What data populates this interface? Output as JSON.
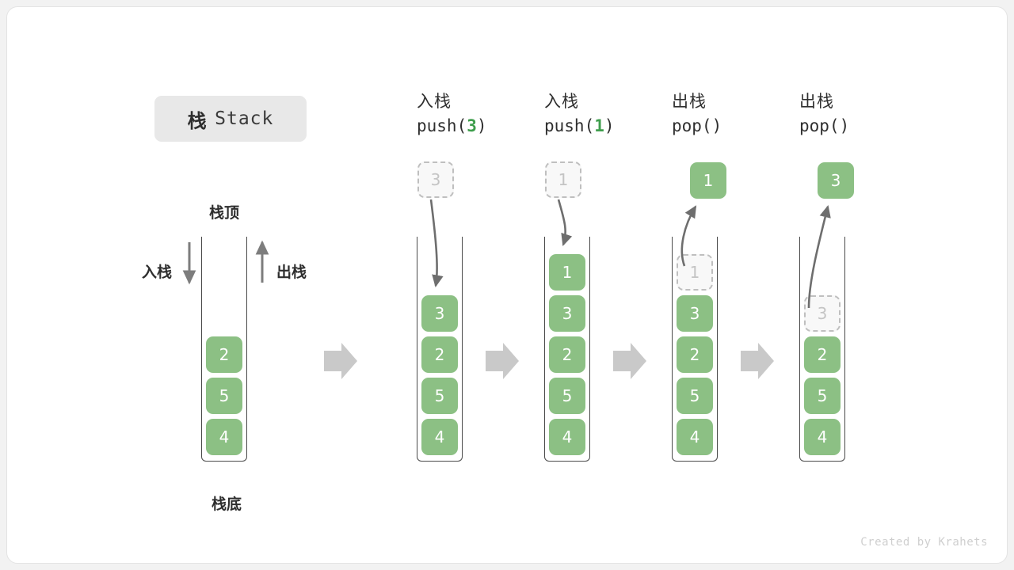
{
  "title": {
    "cn": "栈",
    "en": "Stack"
  },
  "footer": {
    "credit": "Created by Krahets"
  },
  "left_stack": {
    "label_top": "栈顶",
    "label_bottom": "栈底",
    "label_push": "入栈",
    "label_pop": "出栈",
    "cells": [
      "2",
      "5",
      "4"
    ]
  },
  "steps": [
    {
      "name": "push-3",
      "head_cn": "入栈",
      "head_op_pre": "push(",
      "head_op_arg": "3",
      "head_op_post": ")",
      "ghost_above": "3",
      "ghost_above_present": true,
      "popped_box": null,
      "ghost_in_stack": null,
      "cells": [
        "3",
        "2",
        "5",
        "4"
      ]
    },
    {
      "name": "push-1",
      "head_cn": "入栈",
      "head_op_pre": "push(",
      "head_op_arg": "1",
      "head_op_post": ")",
      "ghost_above": "1",
      "ghost_above_present": true,
      "popped_box": null,
      "ghost_in_stack": null,
      "cells": [
        "1",
        "3",
        "2",
        "5",
        "4"
      ]
    },
    {
      "name": "pop-1",
      "head_cn": "出栈",
      "head_op_pre": "pop(",
      "head_op_arg": "",
      "head_op_post": ")",
      "ghost_above": null,
      "ghost_above_present": false,
      "popped_box": "1",
      "ghost_in_stack": "1",
      "cells": [
        "3",
        "2",
        "5",
        "4"
      ]
    },
    {
      "name": "pop-3",
      "head_cn": "出栈",
      "head_op_pre": "pop(",
      "head_op_arg": "",
      "head_op_post": ")",
      "ghost_above": null,
      "ghost_above_present": false,
      "popped_box": "3",
      "ghost_in_stack": "3",
      "cells": [
        "2",
        "5",
        "4"
      ]
    }
  ],
  "colors": {
    "green": "#8cc084",
    "green_text": "#3f9e4d",
    "gray_arrow": "#c9c9c9",
    "stroke": "#6e6e6e"
  }
}
